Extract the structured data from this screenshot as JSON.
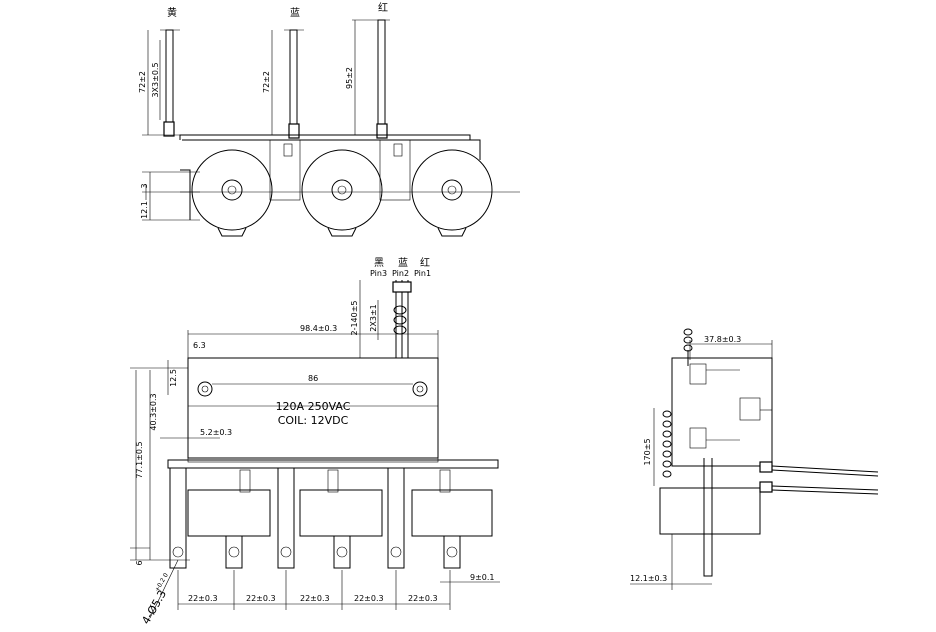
{
  "top_view": {
    "wire_labels": [
      "黄",
      "蓝",
      "红"
    ],
    "dims": {
      "lead_len_1": "72±2",
      "twist": "3X3±0.5",
      "lead_len_2": "72±2",
      "lead_len_3": "95±2",
      "dim_3": "3",
      "dim_12_1": "12.1"
    }
  },
  "front_view": {
    "wire_labels": [
      "黑",
      "蓝",
      "红"
    ],
    "pin_labels": [
      "Pin3",
      "Pin2",
      "Pin1"
    ],
    "label_line1": "120A 250VAC",
    "label_line2": "COIL: 12VDC",
    "dims": {
      "lead_len": "2-140±5",
      "twist": "2X3±1",
      "width": "98.4±0.3",
      "edge": "6.3",
      "height_top": "12.5",
      "hole_pitch": "86",
      "body_height": "40.3±0.3",
      "total_height": "77.1±0.5",
      "offset": "5.2±0.3",
      "bottom_6": "6",
      "hole": "4-Ø5.3",
      "hole_tol": "+0.2 0",
      "pitch": "22±0.3",
      "terminal": "9±0.1"
    }
  },
  "side_view": {
    "dims": {
      "depth": "37.8±0.3",
      "lead_len": "170±5",
      "base": "12.1±0.3"
    }
  }
}
